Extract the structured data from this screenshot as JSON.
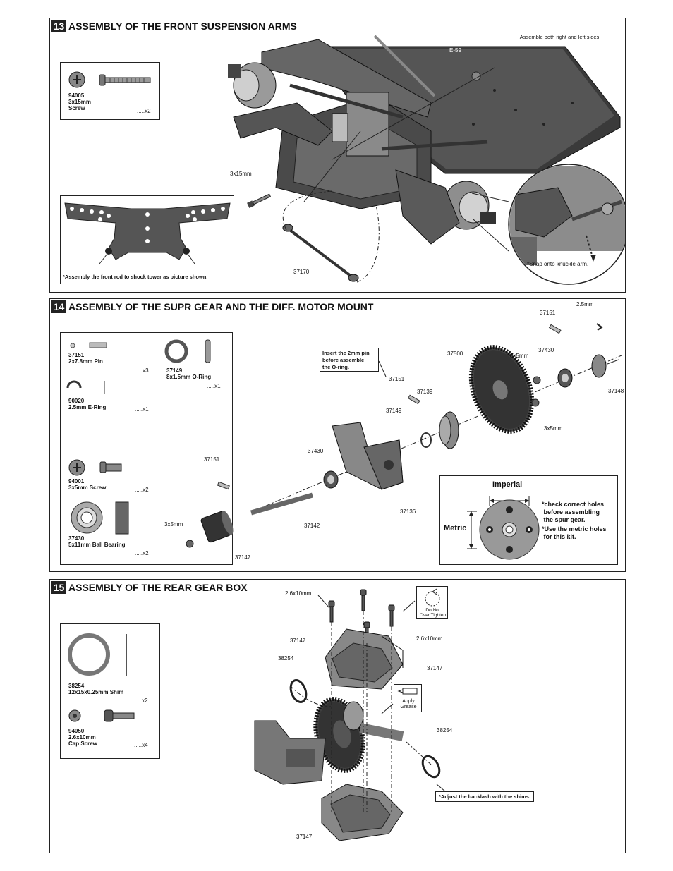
{
  "step13": {
    "num": "13",
    "title": "ASSEMBLY OF THE FRONT  SUSPENSION ARMS",
    "note_sides": "Assemble  both right and left sides",
    "part_screw": {
      "code": "94005",
      "size": "3x15mm",
      "name": "Screw",
      "qty": ".....x2"
    },
    "tower_note": "*Assembly the front rod to shock tower as picture shown.",
    "label_screw": "3x15mm",
    "label_driveshaft": "37170",
    "label_e59": "E-59",
    "snap_note": "*Snap onto knuckle arm."
  },
  "step14": {
    "num": "14",
    "title": "ASSEMBLY OF THE SUPR GEAR  AND THE DIFF. MOTOR MOUNT",
    "parts": {
      "pin": {
        "code": "37151",
        "name": "2x7.8mm Pin",
        "qty": ".....x3"
      },
      "oring": {
        "code": "37149",
        "name": "8x1.5mm O-Ring",
        "qty": ".....x1"
      },
      "ering": {
        "code": "90020",
        "name": "2.5mm E-Ring",
        "qty": ".....x1"
      },
      "screw": {
        "code": "94001",
        "name": "3x5mm Screw",
        "qty": ".....x2"
      },
      "bearing": {
        "code": "37430",
        "name": "5x11mm Ball Bearing",
        "qty": ".....x2"
      }
    },
    "insert_note": [
      "Insert the 2mm pin",
      "before assemble",
      "the O-ring."
    ],
    "labels": {
      "l_2_5mm": "2.5mm",
      "l_37151_top": "37151",
      "l_37500": "37500",
      "l_3x5_top": "3x5mm",
      "l_37430_top": "37430",
      "l_37148": "37148",
      "l_37151_mid": "37151",
      "l_37139": "37139",
      "l_37149": "37149",
      "l_3x5_right": "3x5mm",
      "l_37430_mid": "37430",
      "l_37151_left": "37151",
      "l_37136": "37136",
      "l_3x5_left": "3x5mm",
      "l_37142": "37142",
      "l_37147": "37147"
    },
    "holes": {
      "imperial": "Imperial",
      "metric": "Metric",
      "note1": [
        "*check correct holes",
        " before assembling",
        " the spur gear."
      ],
      "note2": [
        "*Use the metric holes",
        " for this kit."
      ]
    }
  },
  "step15": {
    "num": "15",
    "title": "ASSEMBLY OF THE REAR GEAR BOX",
    "parts": {
      "shim": {
        "code": "38254",
        "name": "12x15x0.25mm Shim",
        "qty": ".....x2"
      },
      "cap": {
        "code": "94050",
        "size": "2.6x10mm",
        "name": "Cap Screw",
        "qty": ".....x4"
      }
    },
    "labels": {
      "l_26_top": "2.6x10mm",
      "l_26_right": "2.6x10mm",
      "l_37147_a": "37147",
      "l_38254_a": "38254",
      "l_37147_b": "37147",
      "l_38254_b": "38254",
      "l_37147_c": "37147"
    },
    "do_not": [
      "Do Not",
      "Over Tighten"
    ],
    "apply": [
      "Apply",
      "Grease"
    ],
    "backlash_note": "*Adjust the backlash with the shims."
  }
}
